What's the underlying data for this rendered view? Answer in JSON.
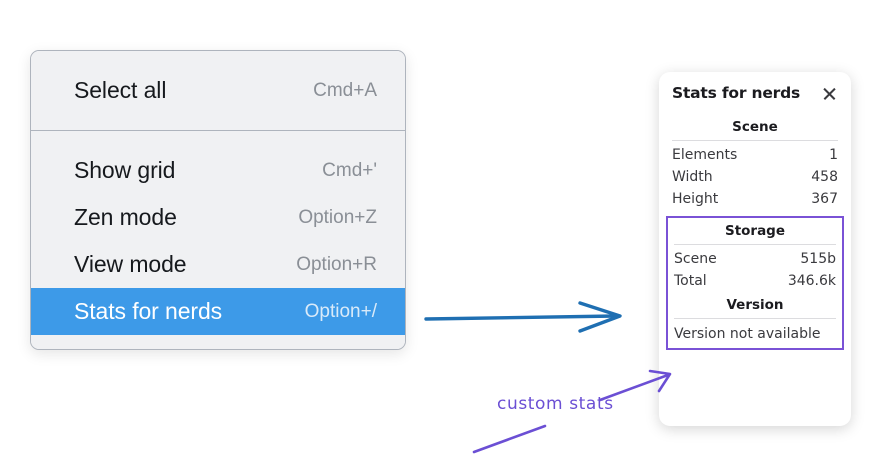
{
  "context_menu": {
    "name": "canvas-context-menu",
    "groups": [
      {
        "items": [
          {
            "label": "Select all",
            "shortcut": "Cmd+A",
            "selected": false
          }
        ]
      },
      {
        "items": [
          {
            "label": "Show grid",
            "shortcut": "Cmd+'",
            "selected": false
          },
          {
            "label": "Zen mode",
            "shortcut": "Option+Z",
            "selected": false
          },
          {
            "label": "View mode",
            "shortcut": "Option+R",
            "selected": false
          },
          {
            "label": "Stats for nerds",
            "shortcut": "Option+/",
            "selected": true
          }
        ]
      }
    ],
    "highlight_color": "#3d9ae8",
    "background_color": "#f0f1f3"
  },
  "stats_panel": {
    "title": "Stats for nerds",
    "close_icon": "close-icon",
    "sections": [
      {
        "header": "Scene",
        "outlined": false,
        "rows": [
          {
            "key": "Elements",
            "value": "1"
          },
          {
            "key": "Width",
            "value": "458"
          },
          {
            "key": "Height",
            "value": "367"
          }
        ]
      },
      {
        "header": "Storage",
        "outlined": true,
        "rows": [
          {
            "key": "Scene",
            "value": "515b"
          },
          {
            "key": "Total",
            "value": "346.6k"
          }
        ],
        "sub_header": "Version",
        "sub_text": "Version not available"
      }
    ],
    "outline_color": "#7a52d6"
  },
  "annotations": {
    "arrow_menu_to_panel": {
      "name": "blue-arrow",
      "color": "#1f6fb2"
    },
    "custom_stats_label": {
      "text": "custom stats",
      "color": "#6b4fd4"
    },
    "arrow_label_to_panel": {
      "name": "purple-arrow-up",
      "color": "#6b4fd4"
    },
    "arrow_label_tail": {
      "name": "purple-arrow-tail",
      "color": "#6b4fd4"
    }
  }
}
